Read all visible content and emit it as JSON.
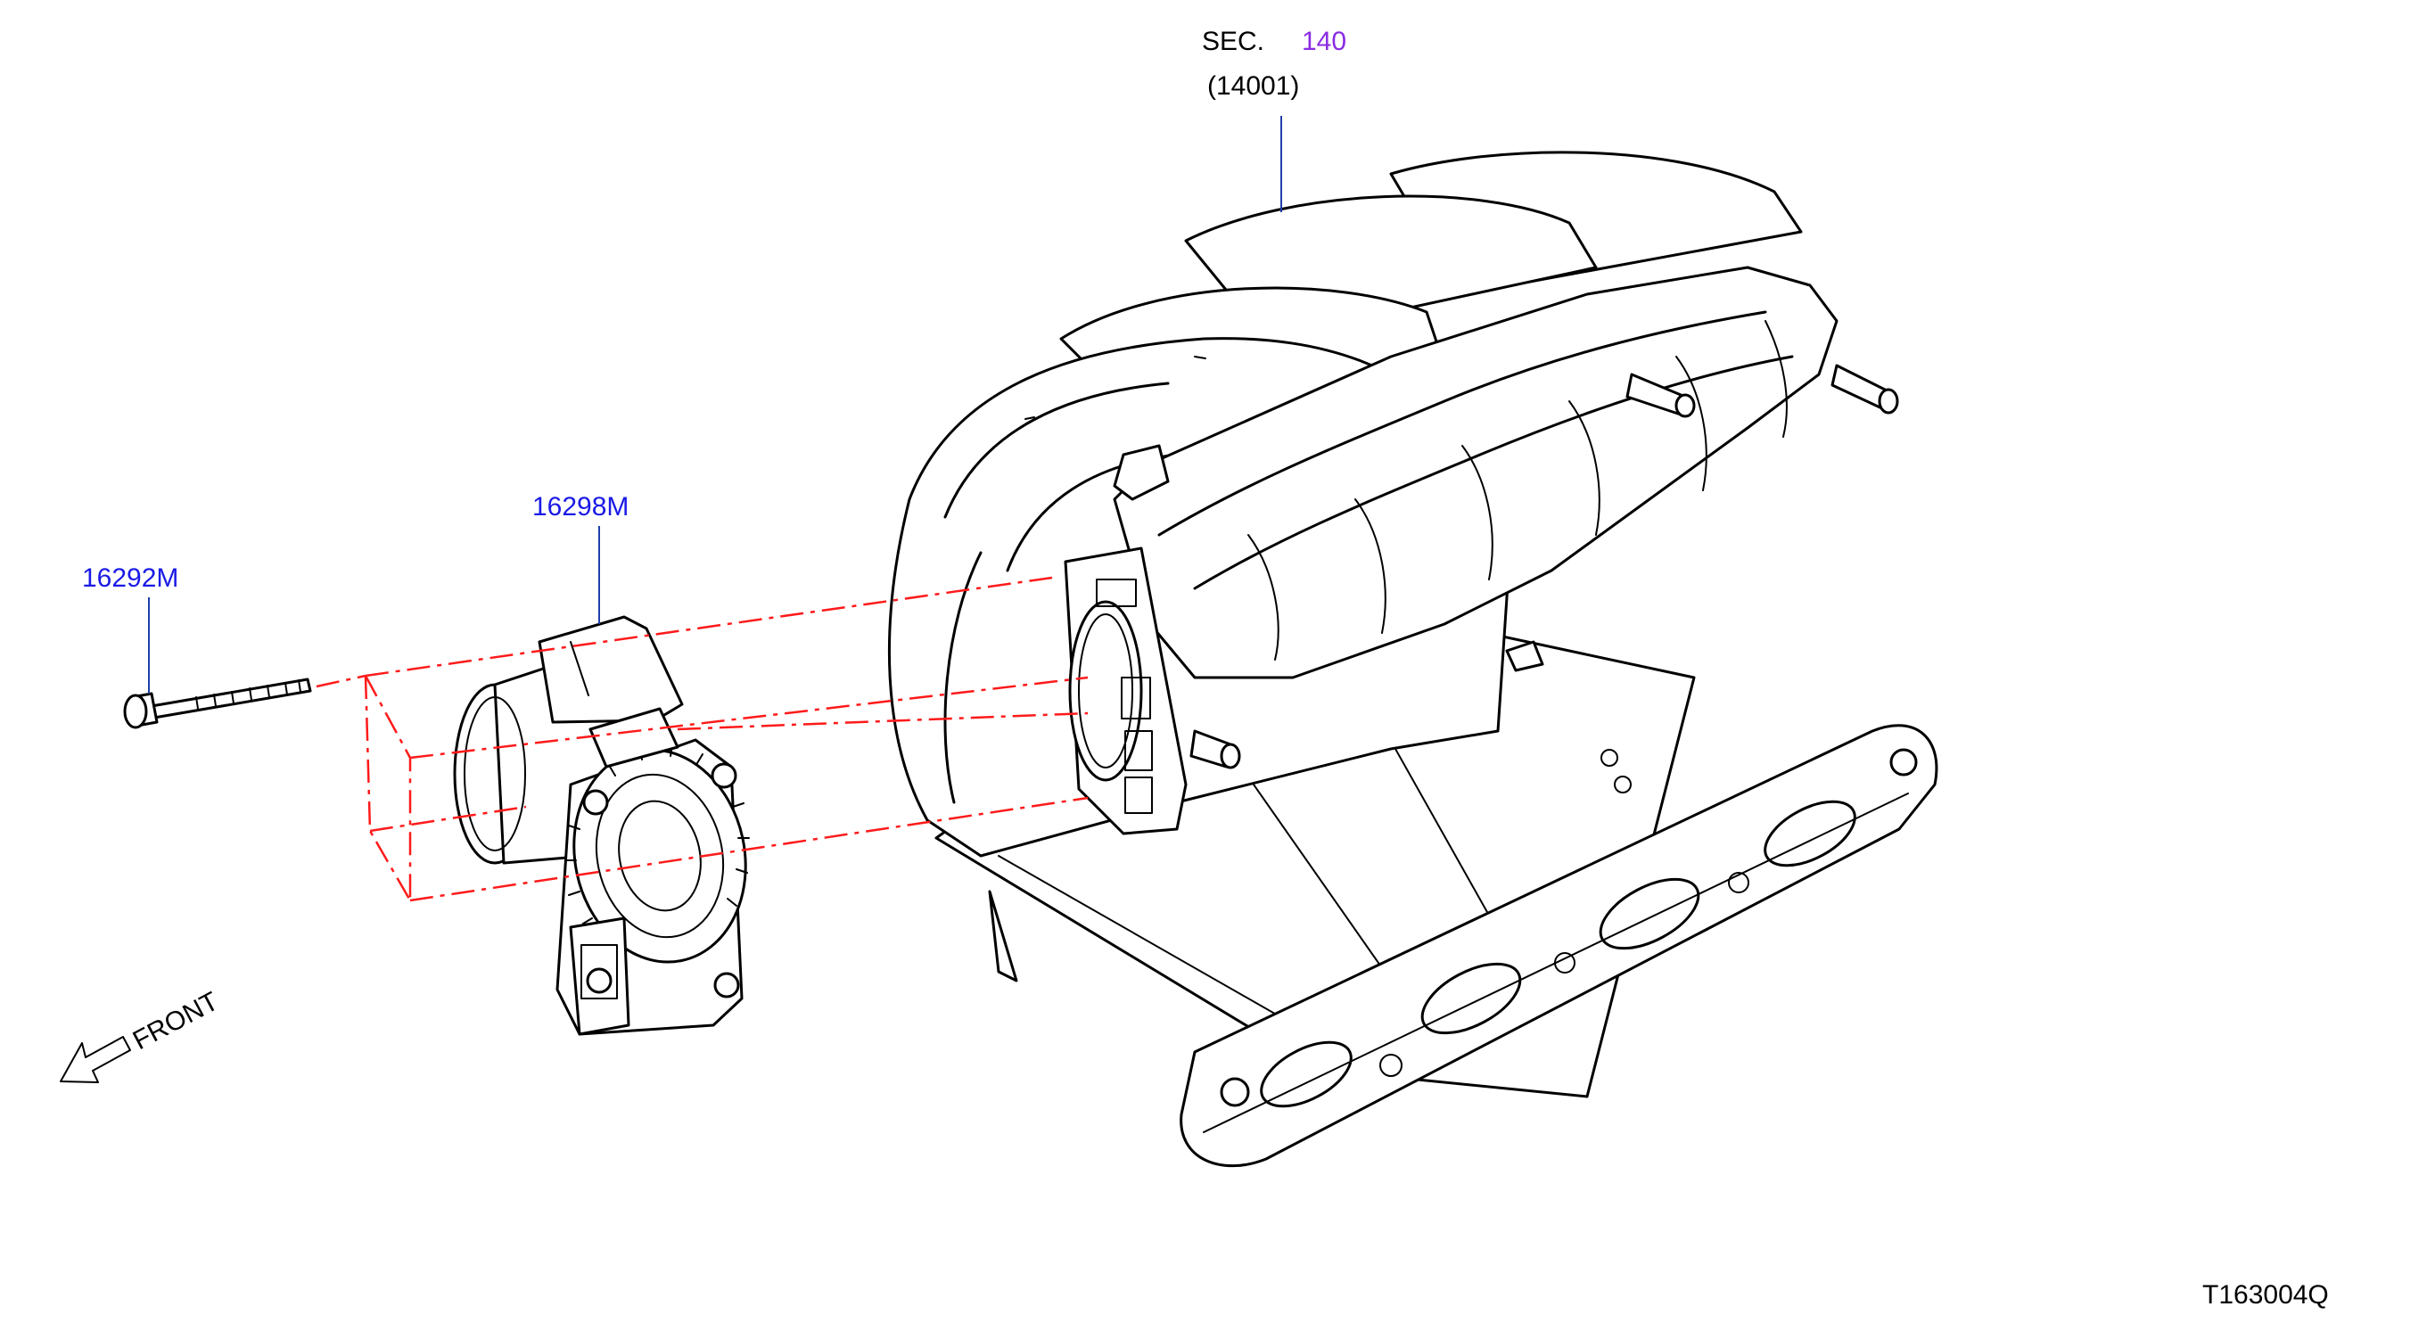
{
  "sec_label": "SEC.",
  "sec_number": "140",
  "sec_part": "(14001)",
  "callouts": {
    "throttle_body": "16298M",
    "bolt": "16292M"
  },
  "front_label": "FRONT",
  "diagram_code": "T163004Q",
  "colors": {
    "callout_text": "#1a1ae6",
    "callout_leader": "#1f3fa8",
    "sec_link": "#8a2be2",
    "dash_line": "#ff1a1a",
    "outline": "#000000"
  }
}
